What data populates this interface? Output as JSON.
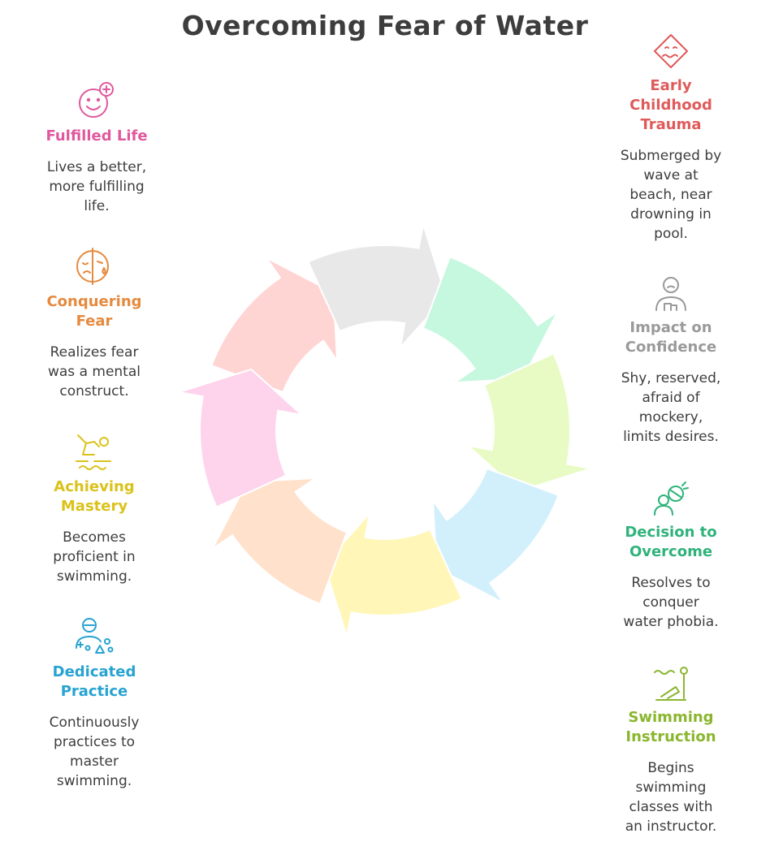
{
  "title": "Overcoming Fear of Water",
  "steps": [
    {
      "label": "Early\nChildhood\nTrauma",
      "description": "Submerged by\nwave at\nbeach, near\ndrowning in\npool.",
      "icon": "warning-sign-icon",
      "color": "#e05a5a",
      "fill": "#ffd5d3"
    },
    {
      "label": "Impact on\nConfidence",
      "description": "Shy, reserved,\nafraid of\nmockery,\nlimits desires.",
      "icon": "person-icon",
      "color": "#9a9a9a",
      "fill": "#e8e8e8"
    },
    {
      "label": "Decision to\nOvercome",
      "description": "Resolves to\nconquer\nwater phobia.",
      "icon": "determination-icon",
      "color": "#2fb37a",
      "fill": "#c6f7df"
    },
    {
      "label": "Swimming\nInstruction",
      "description": "Begins\nswimming\nclasses with\nan instructor.",
      "icon": "pool-ladder-icon",
      "color": "#8ab62e",
      "fill": "#e8fbc4"
    },
    {
      "label": "Dedicated\nPractice",
      "description": "Continuously\npractices to\nmaster\nswimming.",
      "icon": "practice-person-icon",
      "color": "#27a3d1",
      "fill": "#d2f0fc"
    },
    {
      "label": "Achieving\nMastery",
      "description": "Becomes\nproficient in\nswimming.",
      "icon": "diver-icon",
      "color": "#dbc21a",
      "fill": "#fff6b8"
    },
    {
      "label": "Conquering\nFear",
      "description": "Realizes fear\nwas a mental\nconstruct.",
      "icon": "split-face-icon",
      "color": "#e58a3e",
      "fill": "#ffe1cc"
    },
    {
      "label": "Fulfilled Life",
      "description": "Lives a better,\nmore fulfilling\nlife.",
      "icon": "smile-plus-icon",
      "color": "#e0589e",
      "fill": "#fed3ec"
    }
  ]
}
